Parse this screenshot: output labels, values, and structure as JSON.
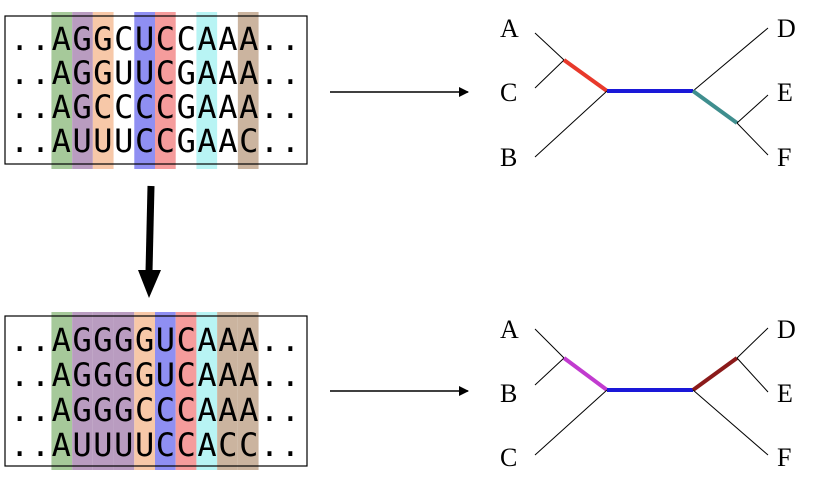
{
  "colors": {
    "green": "#a6c99a",
    "purple": "#b99cc0",
    "orange": "#f7c8a8",
    "blue": "#8f8ff2",
    "red": "#f59c9c",
    "cyan": "#b8f4f4",
    "tan": "#cbb49f",
    "branch_red": "#e8392b",
    "branch_blue": "#1a18d8",
    "branch_teal": "#3f8e8e",
    "branch_magenta": "#c13bcf",
    "branch_darkred": "#8b1a1a"
  },
  "top_alignment": {
    "rows": [
      "..AGGCUCCAAA..",
      "..AGGUUCGAAA..",
      "..AGCCCCGAAA..",
      "..AUUUCCGAAC.."
    ],
    "column_colors": [
      null,
      null,
      "green",
      "purple",
      "orange",
      null,
      "blue",
      "red",
      null,
      "cyan",
      null,
      "tan",
      null,
      null
    ]
  },
  "bottom_alignment": {
    "rows": [
      "..AGGGGUCAAA..",
      "..AGGGGUCAAA..",
      "..AGGGCCCAAA..",
      "..AUUUUCCACC.."
    ],
    "column_colors": [
      null,
      null,
      "green",
      "purple",
      "purple",
      "purple",
      "orange",
      "blue",
      "red",
      "cyan",
      "tan",
      "tan",
      null,
      null
    ]
  },
  "top_tree": {
    "left_leaves": [
      "A",
      "C",
      "B"
    ],
    "right_leaves": [
      "D",
      "E",
      "F"
    ],
    "left_branch_color": "branch_red",
    "center_branch_color": "branch_blue",
    "right_branch_color": "branch_teal"
  },
  "bottom_tree": {
    "left_leaves": [
      "A",
      "B",
      "C"
    ],
    "right_leaves": [
      "D",
      "E",
      "F"
    ],
    "left_branch_color": "branch_magenta",
    "center_branch_color": "branch_blue",
    "right_branch_color": "branch_darkred"
  }
}
